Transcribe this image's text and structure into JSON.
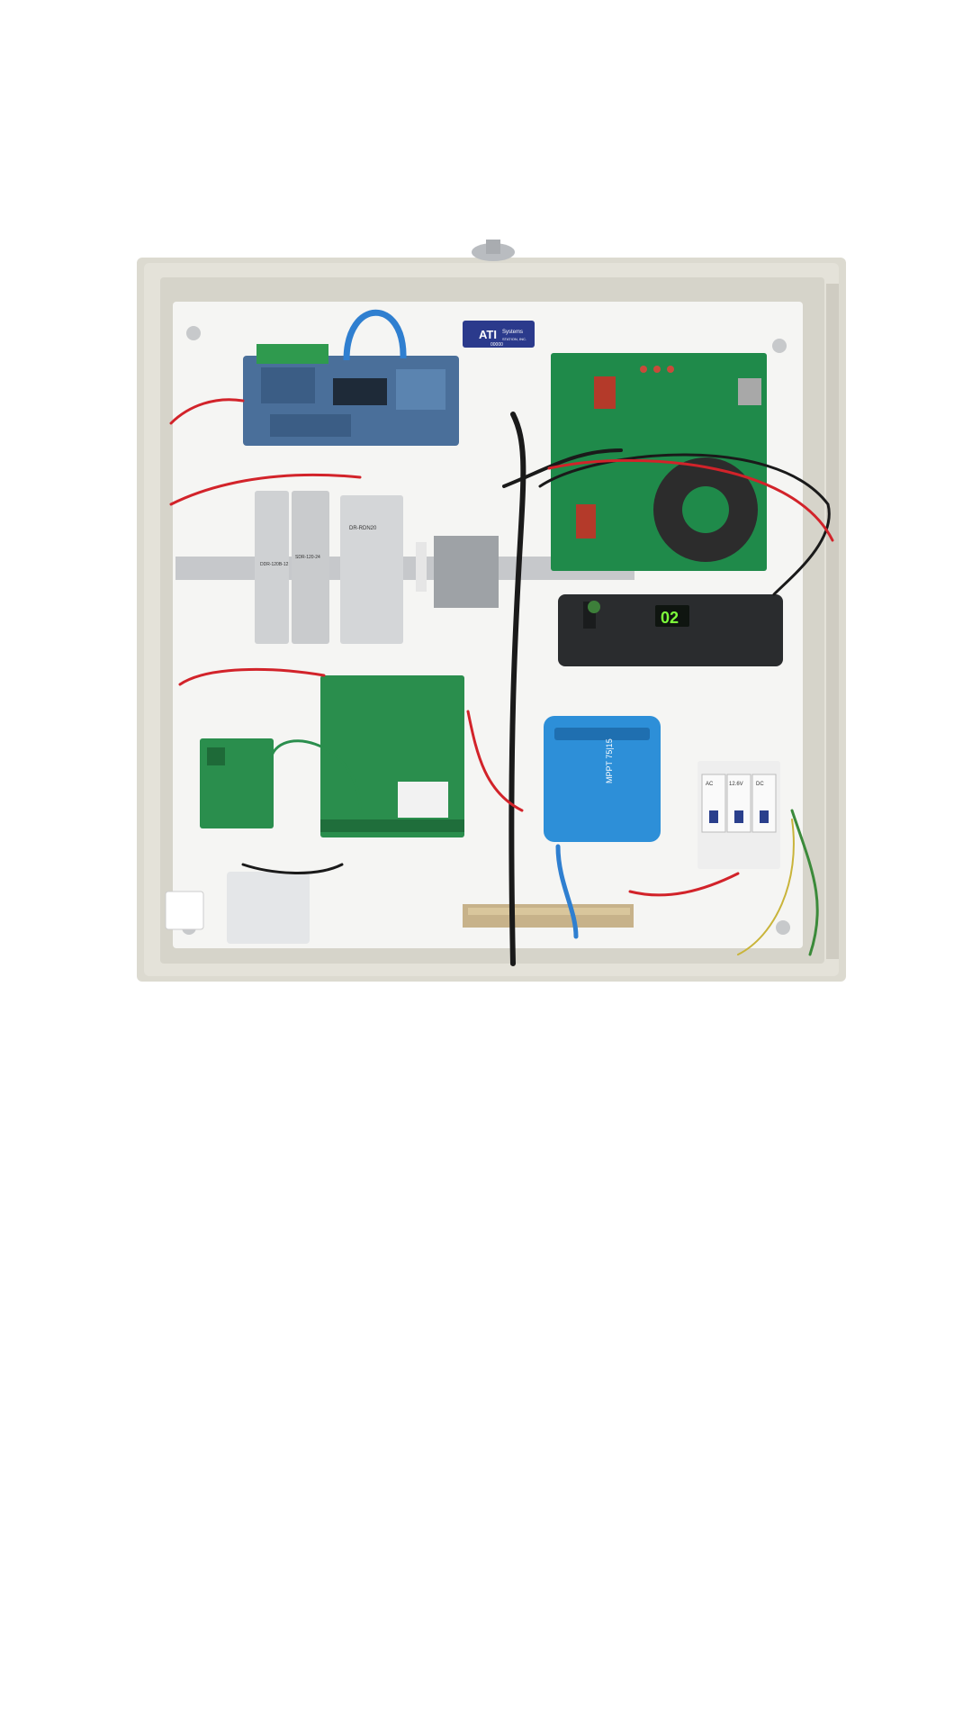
{
  "photo": {
    "nameplate": {
      "brand": "ATI",
      "line1": "Systems",
      "line2": "STATION, INC.",
      "serial": "00000"
    },
    "psu_left_label": "DDR-120B-12",
    "psu_middle_label": "SDR-120-24",
    "psu_right_label": "DR-RDN20",
    "radio_display": "02",
    "charge_controller_label": "MPPT 75|15",
    "breaker_labels": [
      "AC",
      "12.6V",
      "DC"
    ]
  },
  "colors": {
    "enclosure": "#e2e0d6",
    "backplate": "#f6f6f4",
    "pcb_green": "#1f8a4a",
    "pcb_blue": "#4a6f9a",
    "charge_controller": "#2d8fd8",
    "radio_body": "#2a2c2e",
    "display_text": "#7dff3a",
    "wire_red": "#d2232a",
    "wire_black": "#1a1a1a",
    "ethernet_blue": "#2f7fd0"
  }
}
